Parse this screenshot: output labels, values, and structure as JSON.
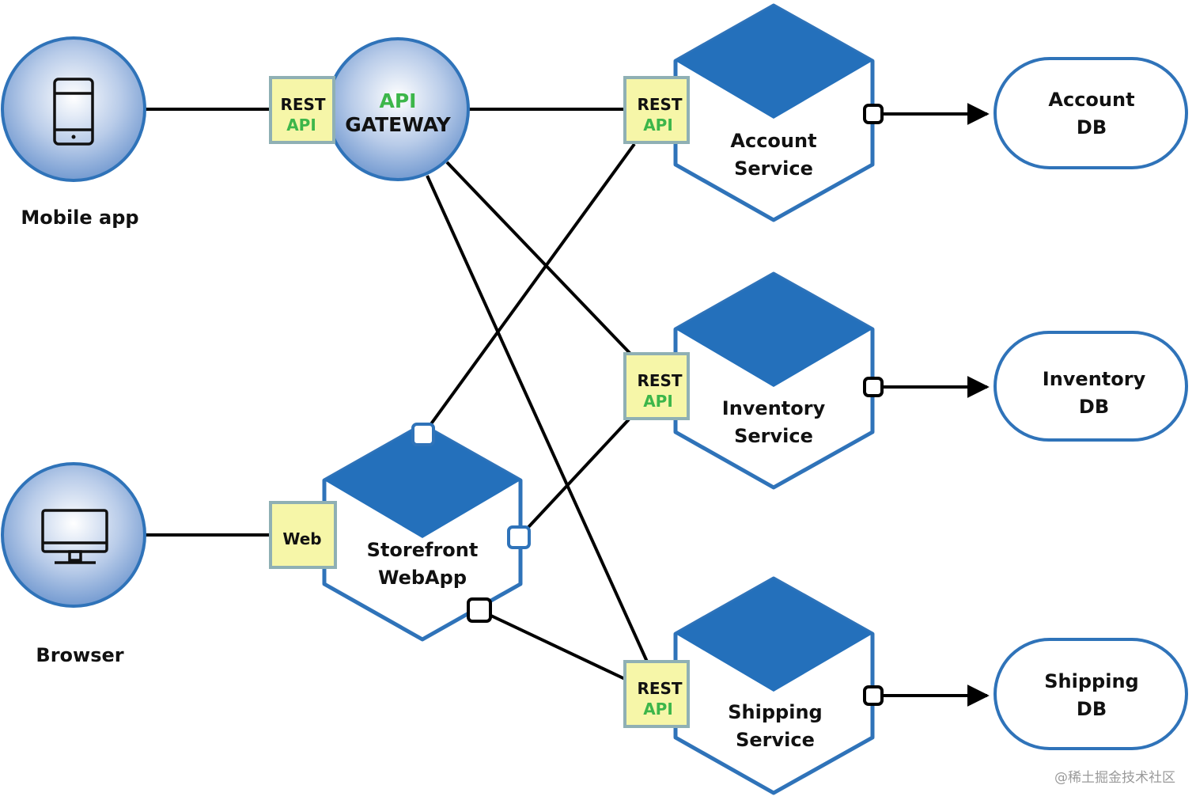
{
  "nodes": {
    "mobile_app": {
      "label": "Mobile app",
      "icon": "mobile-phone-icon"
    },
    "browser": {
      "label": "Browser",
      "icon": "desktop-monitor-icon"
    },
    "api_gateway": {
      "line1": "API",
      "line2": "GATEWAY"
    },
    "storefront": {
      "line1": "Storefront",
      "line2": "WebApp"
    },
    "account_service": {
      "line1": "Account",
      "line2": "Service"
    },
    "inventory_service": {
      "line1": "Inventory",
      "line2": "Service"
    },
    "shipping_service": {
      "line1": "Shipping",
      "line2": "Service"
    },
    "account_db": {
      "line1": "Account",
      "line2": "DB"
    },
    "inventory_db": {
      "line1": "Inventory",
      "line2": "DB"
    },
    "shipping_db": {
      "line1": "Shipping",
      "line2": "DB"
    }
  },
  "badges": {
    "rest_api": {
      "line1": "REST",
      "line2": "API"
    },
    "web": {
      "label": "Web"
    }
  },
  "watermark": "@稀土掘金技术社区",
  "colors": {
    "service_blue": "#2470bb",
    "outline_blue": "#2f73b9",
    "badge_fill": "#f6f6a8",
    "badge_border": "#8fb0b4",
    "api_green": "#3cb64a",
    "line": "#000000"
  }
}
